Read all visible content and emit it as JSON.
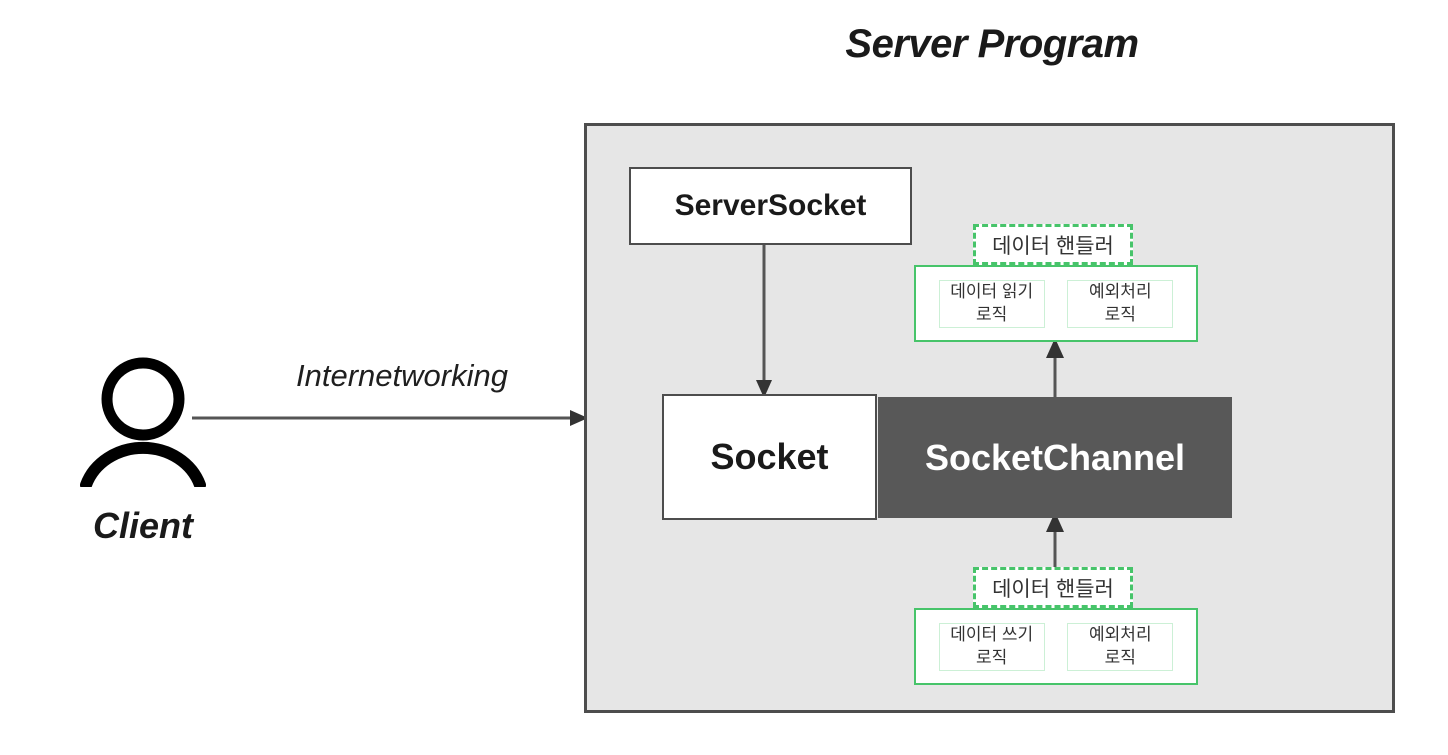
{
  "diagram": {
    "title": "Server Program",
    "client": {
      "icon": "person-icon",
      "label": "Client"
    },
    "connection": {
      "label": "Internetworking",
      "arrow": "arrow-right"
    },
    "server": {
      "boxes": {
        "server_socket": "ServerSocket",
        "socket": "Socket",
        "socket_channel": "SocketChannel"
      },
      "handlers": [
        {
          "id": "read-handler",
          "label": "데이터 핸들러",
          "logic": [
            {
              "line1": "데이터 읽기",
              "line2": "로직"
            },
            {
              "line1": "예외처리",
              "line2": "로직"
            }
          ]
        },
        {
          "id": "write-handler",
          "label": "데이터 핸들러",
          "logic": [
            {
              "line1": "데이터 쓰기",
              "line2": "로직"
            },
            {
              "line1": "예외처리",
              "line2": "로직"
            }
          ]
        }
      ]
    },
    "colors": {
      "container_fill": "#e6e6e6",
      "container_border": "#4d4d4d",
      "channel_fill": "#585858",
      "handler_green": "#47c46a",
      "logic_border": "#ccf0d6",
      "text_dark": "#1a1a1a"
    }
  }
}
